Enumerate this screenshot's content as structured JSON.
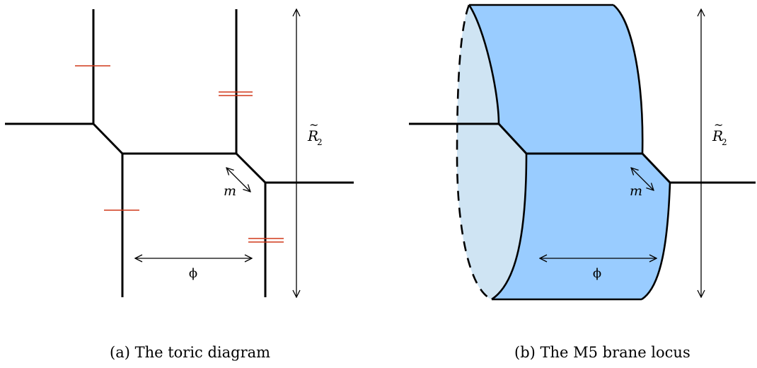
{
  "panel_a": {
    "caption": "(a) The toric diagram",
    "label_m": "m",
    "label_phi": "ϕ",
    "label_R_main": "R",
    "label_R_tilde": "~",
    "label_R_sub": "2"
  },
  "panel_b": {
    "caption": "(b) The M5 brane locus",
    "label_m": "m",
    "label_phi": "ϕ",
    "label_R_main": "R",
    "label_R_tilde": "~",
    "label_R_sub": "2"
  },
  "colors": {
    "line": "#000000",
    "marker": "#d0391a",
    "cylinder_fill": "#99ccff",
    "cap_fill": "#cfe4f3"
  }
}
